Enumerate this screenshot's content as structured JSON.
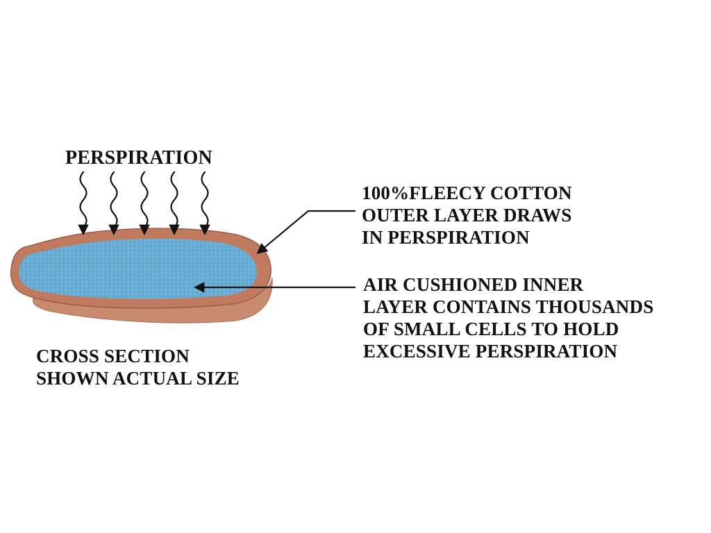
{
  "labels": {
    "perspiration": "PERSPIRATION",
    "outer_layer": [
      "100%FLEECY COTTON",
      "OUTER LAYER DRAWS",
      "IN PERSPIRATION"
    ],
    "inner_layer": [
      "AIR CUSHIONED INNER",
      "LAYER CONTAINS THOUSANDS",
      "OF SMALL CELLS TO HOLD",
      "EXCESSIVE PERSPIRATION"
    ],
    "cross_section": [
      "CROSS SECTION",
      "SHOWN ACTUAL SIZE"
    ]
  },
  "colors": {
    "outer_fabric": "#c07a5e",
    "outer_fabric_dark": "#9a5a44",
    "inner_foam": "#6aaed6",
    "inner_foam_speckle": "#4d8fbd",
    "arrow": "#111111",
    "text": "#111111"
  }
}
